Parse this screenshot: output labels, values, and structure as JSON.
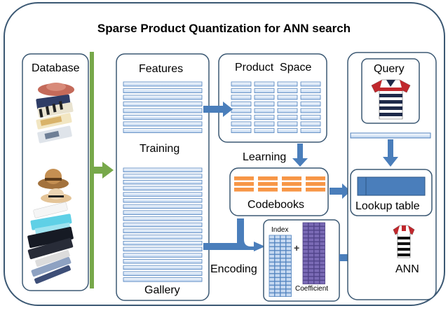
{
  "title": "Sparse Product Quantization for ANN search",
  "database": {
    "label": "Database"
  },
  "features": {
    "label": "Features",
    "training_label": "Training",
    "gallery_label": "Gallery"
  },
  "product_space": {
    "label": "Product  Space"
  },
  "learning": {
    "label": "Learning"
  },
  "codebooks": {
    "label": "Codebooks"
  },
  "encoding": {
    "label": "Encoding"
  },
  "index": {
    "label": "Index",
    "plus": "+",
    "coefficient_label": "Coefficient"
  },
  "query": {
    "label": "Query"
  },
  "lookup_table": {
    "label": "Lookup table"
  },
  "ann": {
    "label": "ANN"
  },
  "colors": {
    "frame": "#3b5873",
    "feature_bar_fill": "#dde9f7",
    "feature_bar_stroke": "#4f81bd",
    "arrow": "#4a7ebb",
    "green_bar": "#77a84a",
    "codebook": "#f79646",
    "index_cell": "#c6d9f1",
    "coefficient_cell": "#7a6ab5"
  }
}
